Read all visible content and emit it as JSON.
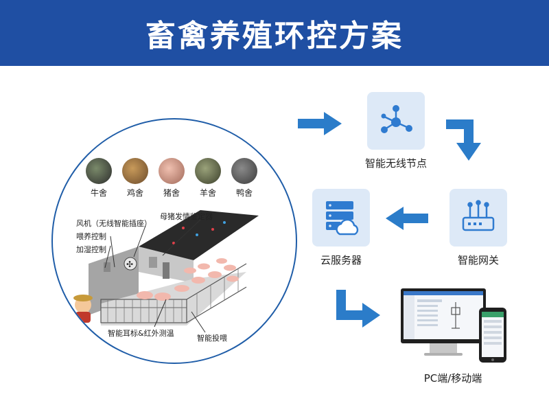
{
  "title": "畜禽养殖环控方案",
  "animals": [
    {
      "label": "牛舍"
    },
    {
      "label": "鸡舍"
    },
    {
      "label": "猪舍"
    },
    {
      "label": "羊舍"
    },
    {
      "label": "鸭舍"
    }
  ],
  "farm_labels": {
    "fan": "风机（无线智能插座）",
    "feeding": "喂养控制",
    "humidify": "加湿控制",
    "sow_detector": "母猪发情鉴定器",
    "ear_tag": "智能耳标&红外测温",
    "smart_feeding": "智能投喂"
  },
  "nodes": {
    "wireless_node": "智能无线节点",
    "gateway": "智能网关",
    "cloud_server": "云服务器",
    "pc_mobile": "PC端/移动端"
  },
  "colors": {
    "header_bg": "#1f4fa3",
    "arrow": "#2b7cc9",
    "node_bg": "#dde9f7",
    "icon": "#2f7bd0"
  }
}
